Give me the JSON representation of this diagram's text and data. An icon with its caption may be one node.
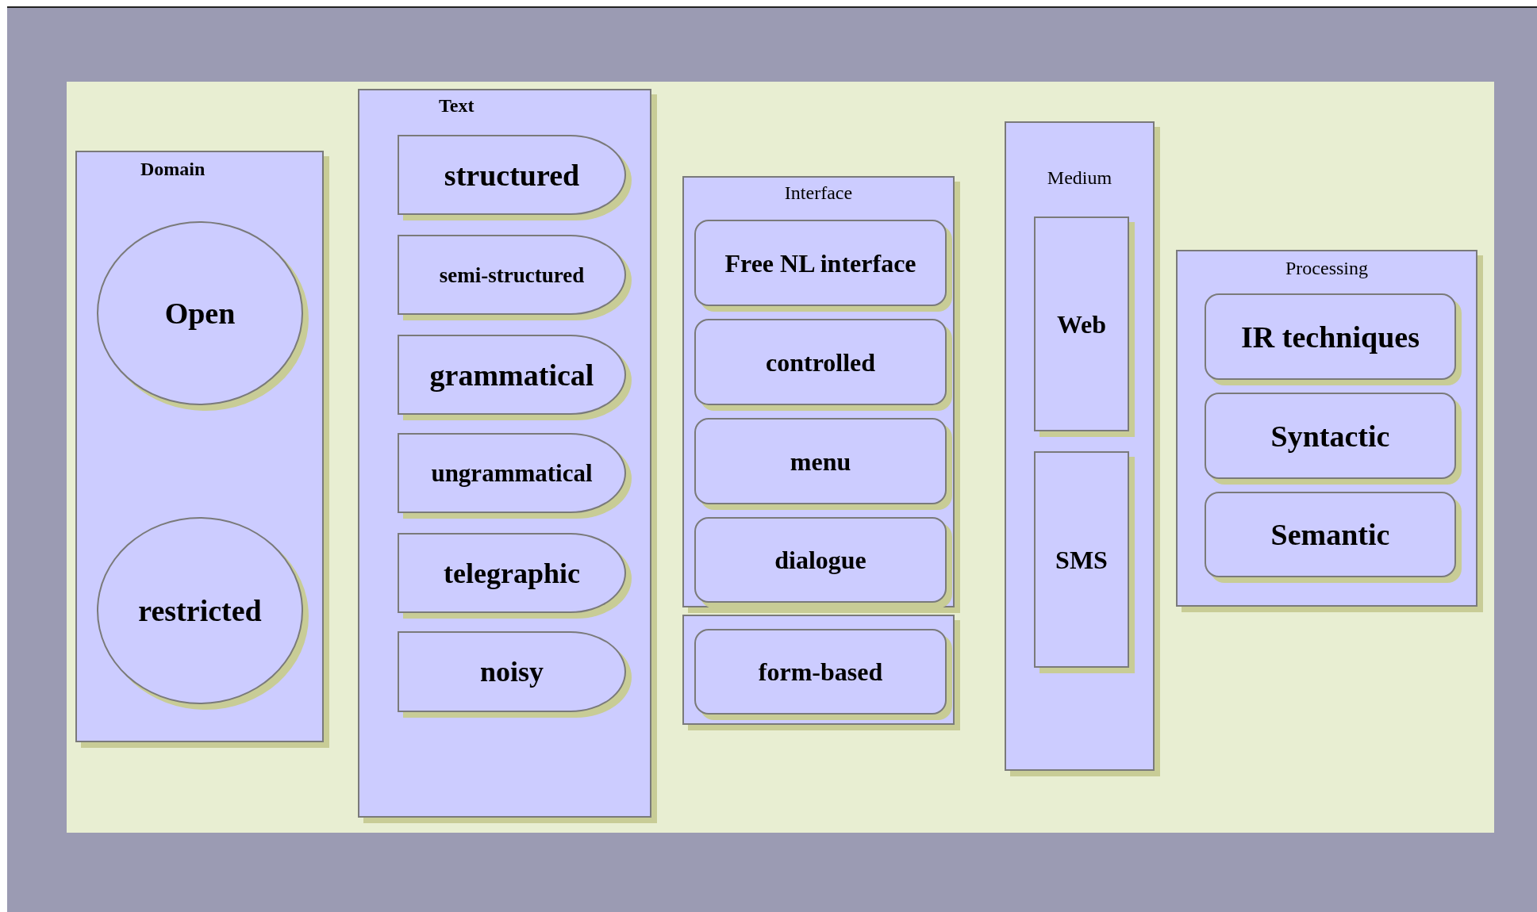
{
  "diagram": {
    "nodes": [
      {
        "text": [
          "Domain"
        ]
      },
      {
        "text": [
          "Open"
        ],
        "in": 0
      },
      {
        "text": [
          "restricted"
        ],
        "in": 0
      },
      {
        "text": [
          "Text"
        ]
      },
      {
        "text": [
          "structured"
        ],
        "in": 3
      },
      {
        "text": [
          "semi-structured"
        ],
        "in": 3
      },
      {
        "text": [
          "grammatical"
        ],
        "in": 3
      },
      {
        "text": [
          "ungrammatical"
        ],
        "in": 3
      },
      {
        "text": [
          "telegraphic"
        ],
        "in": 3
      },
      {
        "text": [
          "noisy"
        ],
        "in": 3
      },
      {
        "text": [
          "Interface"
        ]
      },
      {
        "text": [
          "Free NL interface"
        ],
        "in": 10
      },
      {
        "text": [
          "controlled"
        ],
        "in": 10
      },
      {
        "text": [
          "menu"
        ],
        "in": 10
      },
      {
        "text": [
          "dialogue"
        ],
        "in": 10
      },
      {
        "text": [],
        "shape": "box"
      },
      {
        "text": [
          "form-based"
        ],
        "in": 15
      },
      {
        "text": [
          "Medium"
        ]
      },
      {
        "text": [
          "Web"
        ],
        "in": 17
      },
      {
        "text": [
          "SMS"
        ],
        "in": 17
      },
      {
        "text": [
          "Processing"
        ]
      },
      {
        "text": [
          "IR techniques"
        ],
        "in": 20
      },
      {
        "text": [
          "Syntactic"
        ],
        "in": 20
      },
      {
        "text": [
          "Semantic"
        ],
        "in": 20
      }
    ]
  }
}
